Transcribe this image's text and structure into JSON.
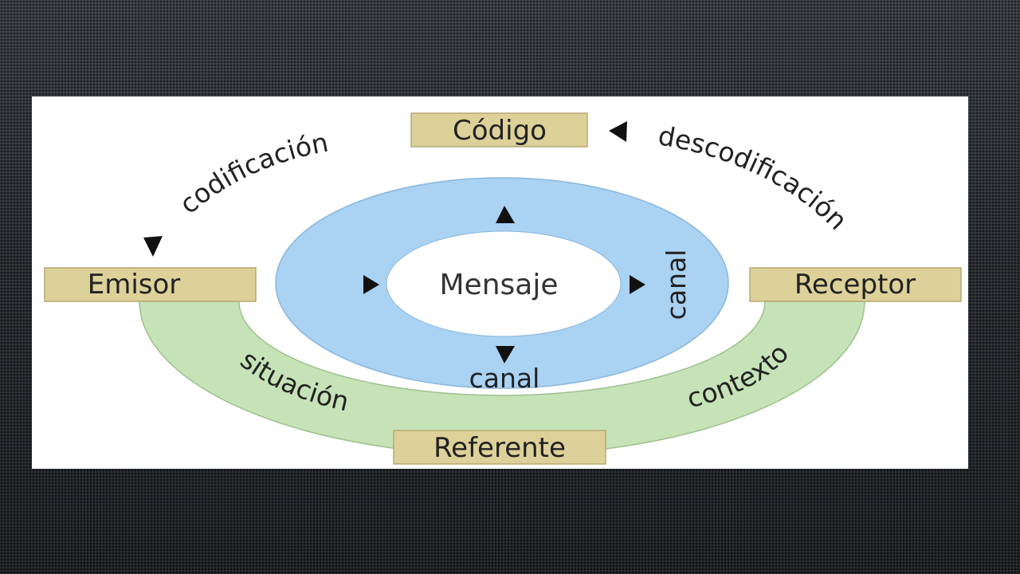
{
  "diagram": {
    "nodes": {
      "code": "Código",
      "sender": "Emisor",
      "receiver": "Receptor",
      "referent": "Referente"
    },
    "message": "Mensaje",
    "channel_right": "canal",
    "channel_bottom": "canal",
    "encoding": "codificación",
    "decoding": "descodificación",
    "situation": "situación",
    "context": "contexto",
    "colors": {
      "box_fill": "#ddd19a",
      "outer_ring": "#a9d2f3",
      "inner_oval": "#ffffff",
      "context_band": "#c6e3b8"
    }
  }
}
